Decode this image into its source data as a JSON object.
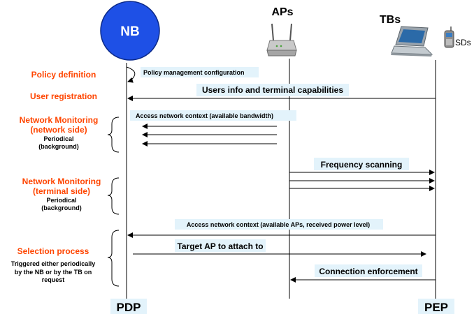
{
  "actors": {
    "nb": "NB",
    "aps": "APs",
    "tbs": "TBs",
    "sds": "SDs"
  },
  "roles": {
    "pdp": "PDP",
    "pep": "PEP"
  },
  "phases": {
    "policy_definition": "Policy definition",
    "user_registration": "User registration",
    "network_monitoring_network": [
      "Network Monitoring",
      "(network side)"
    ],
    "network_monitoring_network_note": [
      "Periodical",
      "(background)"
    ],
    "network_monitoring_terminal": [
      "Network Monitoring",
      "(terminal side)"
    ],
    "network_monitoring_terminal_note": [
      "Periodical",
      "(background)"
    ],
    "selection_process": "Selection process",
    "selection_note": [
      "Triggered either periodically",
      "by the NB or by the TB on",
      "request"
    ]
  },
  "messages": {
    "policy_mgmt": "Policy management configuration",
    "users_info": "Users info and terminal capabilities",
    "access_ctx_bw": "Access network context (available bandwidth)",
    "freq_scanning": "Frequency scanning",
    "access_ctx_aps": "Access network context (available APs, received power level)",
    "target_ap": "Target AP to attach to",
    "conn_enforcement": "Connection enforcement"
  },
  "colors": {
    "phase_text": "#ff4500",
    "nb_circle": "#1e50e6",
    "label_bg": "#e3f3fb"
  }
}
